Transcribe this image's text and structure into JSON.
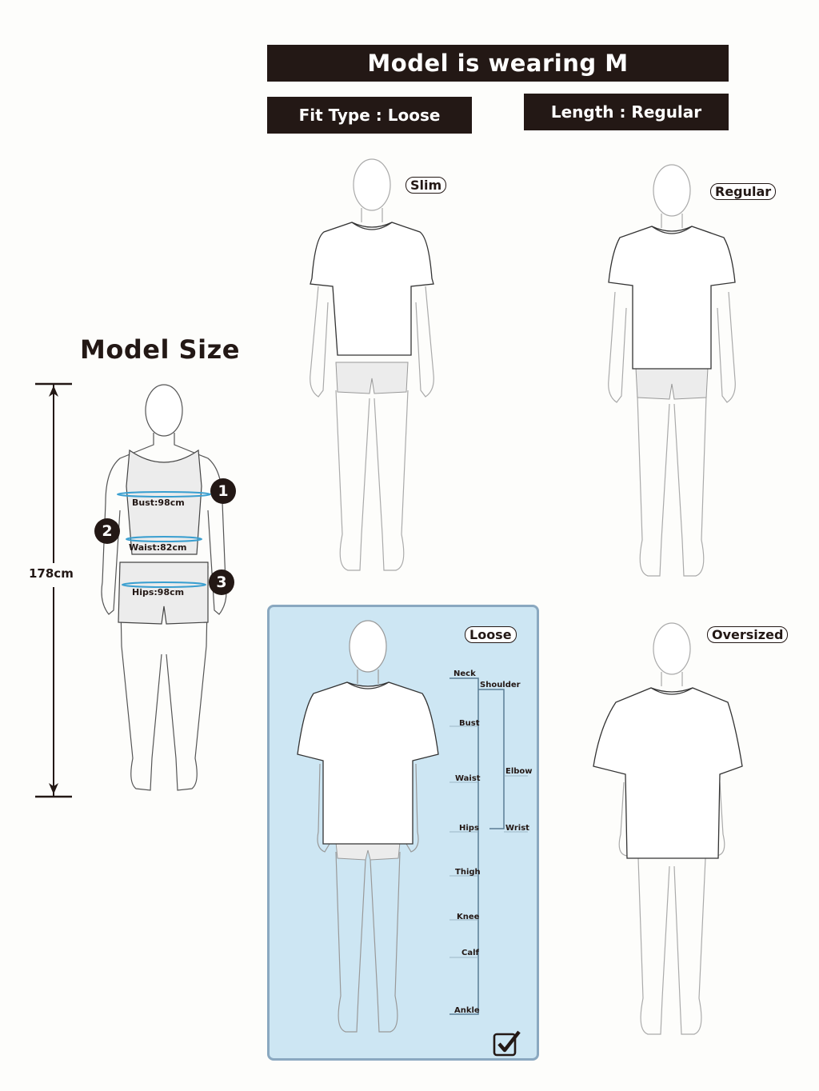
{
  "header": {
    "title": "Model is wearing M",
    "fit_type": "Fit Type : Loose",
    "length": "Length : Regular"
  },
  "model_size": {
    "title": "Model Size",
    "height": "178cm",
    "measurements": [
      {
        "number": "1",
        "label": "Bust:98cm"
      },
      {
        "number": "2",
        "label": "Waist:82cm"
      },
      {
        "number": "3",
        "label": "Hips:98cm"
      }
    ],
    "measure_line_color": "#3a9fd0"
  },
  "fits": [
    {
      "label": "Slim",
      "selected": false
    },
    {
      "label": "Regular",
      "selected": false
    },
    {
      "label": "Loose",
      "selected": true
    },
    {
      "label": "Oversized",
      "selected": false
    }
  ],
  "measure_points": {
    "left_column": [
      "Neck",
      "Bust",
      "Waist",
      "Hips",
      "Thigh",
      "Knee",
      "Calf",
      "Ankle"
    ],
    "right_column": [
      "Shoulder",
      "Elbow",
      "Wrist"
    ]
  },
  "selected_icon": "checkbox-checked-icon",
  "colors": {
    "banner_bg": "#231815",
    "banner_text": "#ffffff",
    "selected_panel_bg": "#cde6f3",
    "selected_panel_border": "#8aa8c0",
    "page_bg": "#fdfdfb"
  }
}
